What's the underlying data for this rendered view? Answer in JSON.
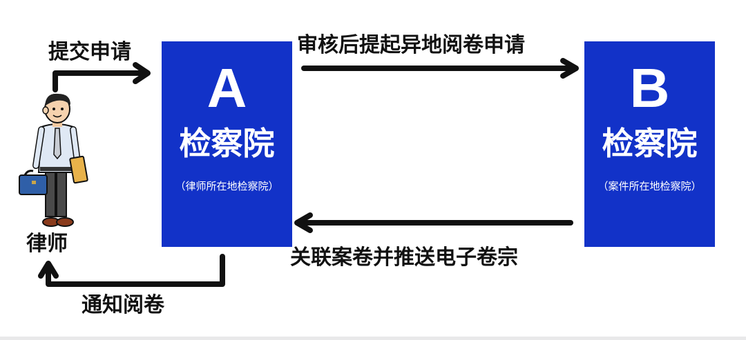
{
  "diagram": {
    "box_a": {
      "letter": "A",
      "name": "检察院",
      "subtitle": "（律师所在地检察院）"
    },
    "box_b": {
      "letter": "B",
      "name": "检察院",
      "subtitle": "（案件所在地检察院）"
    },
    "labels": {
      "submit": "提交申请",
      "review": "审核后提起异地阅卷申请",
      "link": "关联案卷并推送电子卷宗",
      "notify": "通知阅卷",
      "lawyer": "律师"
    },
    "colors": {
      "box": "#1232c8",
      "arrow": "#111111",
      "text": "#111111"
    },
    "icons": [
      "lawyer-figure-icon",
      "briefcase-icon",
      "folder-icon"
    ]
  }
}
